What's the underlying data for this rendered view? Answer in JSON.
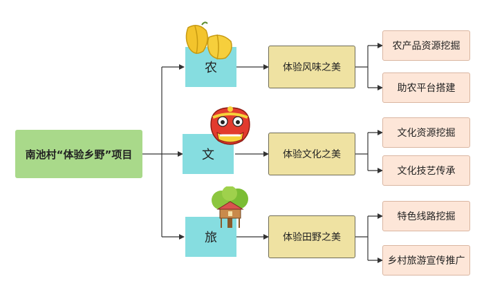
{
  "root": {
    "label": "南池村“体验乡野”项目"
  },
  "categories": [
    {
      "label": "农",
      "icon": "starfruit-icon"
    },
    {
      "label": "文",
      "icon": "lion-dance-head-icon"
    },
    {
      "label": "旅",
      "icon": "treehouse-icon"
    }
  ],
  "themes": [
    {
      "label": "体验风味之美"
    },
    {
      "label": "体验文化之美"
    },
    {
      "label": "体验田野之美"
    }
  ],
  "leaves": [
    {
      "label": "农产品资源挖掘"
    },
    {
      "label": "助农平台搭建"
    },
    {
      "label": "文化资源挖掘"
    },
    {
      "label": "文化技艺传承"
    },
    {
      "label": "特色线路挖掘"
    },
    {
      "label": "乡村旅游宣传推广"
    }
  ],
  "colors": {
    "root_fill": "#a9d98a",
    "category_fill": "#86dde0",
    "theme_fill": "#efe2a2",
    "leaf_fill": "#fde6d8",
    "connector": "#333333"
  }
}
